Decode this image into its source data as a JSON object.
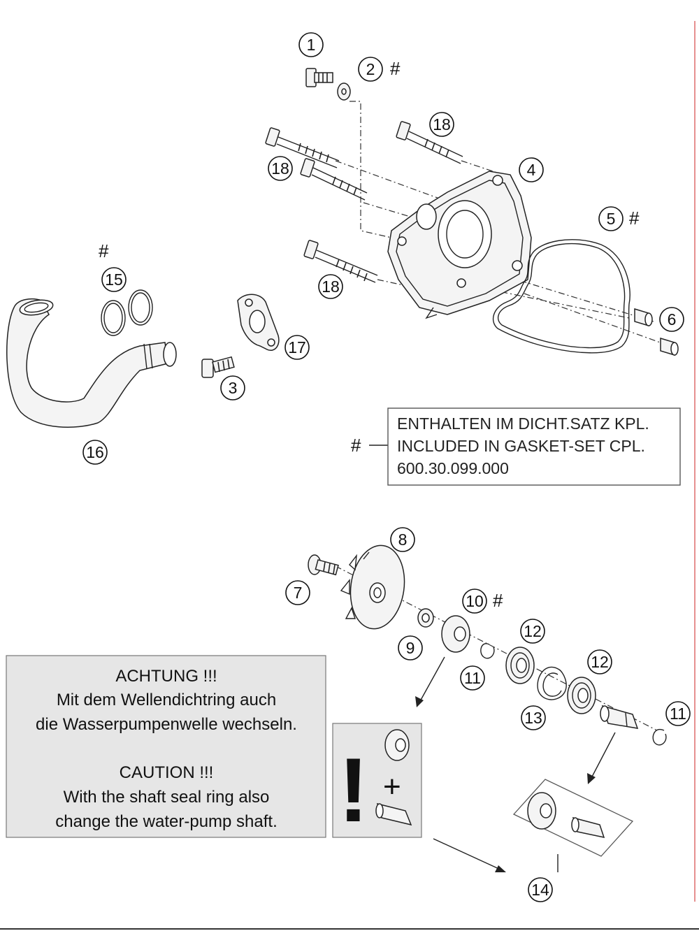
{
  "callouts": [
    {
      "id": "1",
      "label": "1"
    },
    {
      "id": "2",
      "label": "2",
      "hash": "#"
    },
    {
      "id": "3",
      "label": "3"
    },
    {
      "id": "4",
      "label": "4"
    },
    {
      "id": "5",
      "label": "5",
      "hash": "#"
    },
    {
      "id": "6",
      "label": "6"
    },
    {
      "id": "7",
      "label": "7"
    },
    {
      "id": "8",
      "label": "8"
    },
    {
      "id": "9",
      "label": "9"
    },
    {
      "id": "10",
      "label": "10",
      "hash": "#"
    },
    {
      "id": "11a",
      "label": "11"
    },
    {
      "id": "11b",
      "label": "11"
    },
    {
      "id": "12a",
      "label": "12"
    },
    {
      "id": "12b",
      "label": "12"
    },
    {
      "id": "13",
      "label": "13"
    },
    {
      "id": "14",
      "label": "14"
    },
    {
      "id": "15",
      "label": "15",
      "hash": "#"
    },
    {
      "id": "16",
      "label": "16"
    },
    {
      "id": "17",
      "label": "17"
    },
    {
      "id": "18a",
      "label": "18"
    },
    {
      "id": "18b",
      "label": "18"
    },
    {
      "id": "18c",
      "label": "18"
    }
  ],
  "gasket_note": {
    "marker": "#",
    "lines": [
      "ENTHALTEN IM DICHT.SATZ KPL.",
      "INCLUDED IN GASKET-SET CPL.",
      "600.30.099.000"
    ]
  },
  "caution_note": {
    "lines": [
      "ACHTUNG !!!",
      "Mit dem Wellendichtring auch",
      "die Wasserpumpenwelle wechseln.",
      "",
      "CAUTION !!!",
      "With the shaft seal ring also",
      "change the water-pump shaft."
    ]
  },
  "warning_box": {
    "exclamation": "!",
    "plus": "+"
  },
  "colors": {
    "line": "#222222",
    "box_fill": "#e6e6e6",
    "part_fill": "#f4f4f4"
  }
}
